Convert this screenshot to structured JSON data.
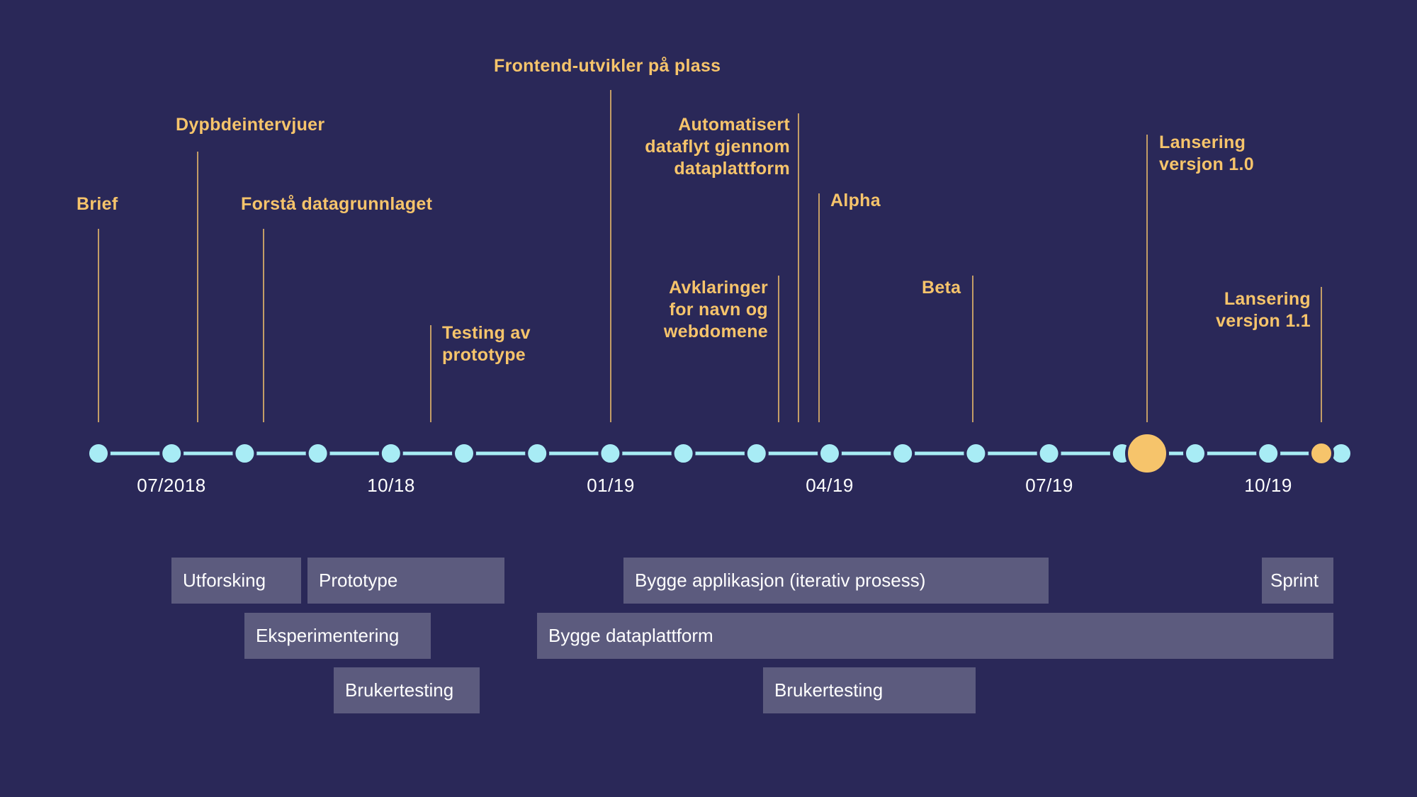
{
  "colors": {
    "background": "#2a2858",
    "milestone": "#f6c46b",
    "node": "#a8ecf5",
    "line": "#a8ecf5",
    "highlight": "#f6c46b",
    "phase_bar": "#5c5b7e",
    "text": "#ffffff"
  },
  "axis": {
    "tick_labels": [
      "07/2018",
      "10/18",
      "01/19",
      "04/19",
      "07/19",
      "10/19"
    ]
  },
  "milestones": [
    {
      "label": "Brief"
    },
    {
      "label": "Dypbdeintervjuer"
    },
    {
      "label": "Forstå datagrunnlaget"
    },
    {
      "label": "Testing av\nprototype"
    },
    {
      "label": "Frontend-utvikler på plass"
    },
    {
      "label": "Avklaringer\nfor navn og\nwebdomene"
    },
    {
      "label": "Automatisert\ndataflyt gjennom\ndataplattform"
    },
    {
      "label": "Alpha"
    },
    {
      "label": "Beta"
    },
    {
      "label": "Lansering\nversjon 1.0"
    },
    {
      "label": "Lansering\nversjon 1.1"
    }
  ],
  "phases": [
    {
      "label": "Utforsking"
    },
    {
      "label": "Prototype"
    },
    {
      "label": "Eksperimentering"
    },
    {
      "label": "Brukertesting"
    },
    {
      "label": "Bygge applikasjon (iterativ prosess)"
    },
    {
      "label": "Bygge dataplattform"
    },
    {
      "label": "Brukertesting"
    },
    {
      "label": "Sprint"
    }
  ]
}
